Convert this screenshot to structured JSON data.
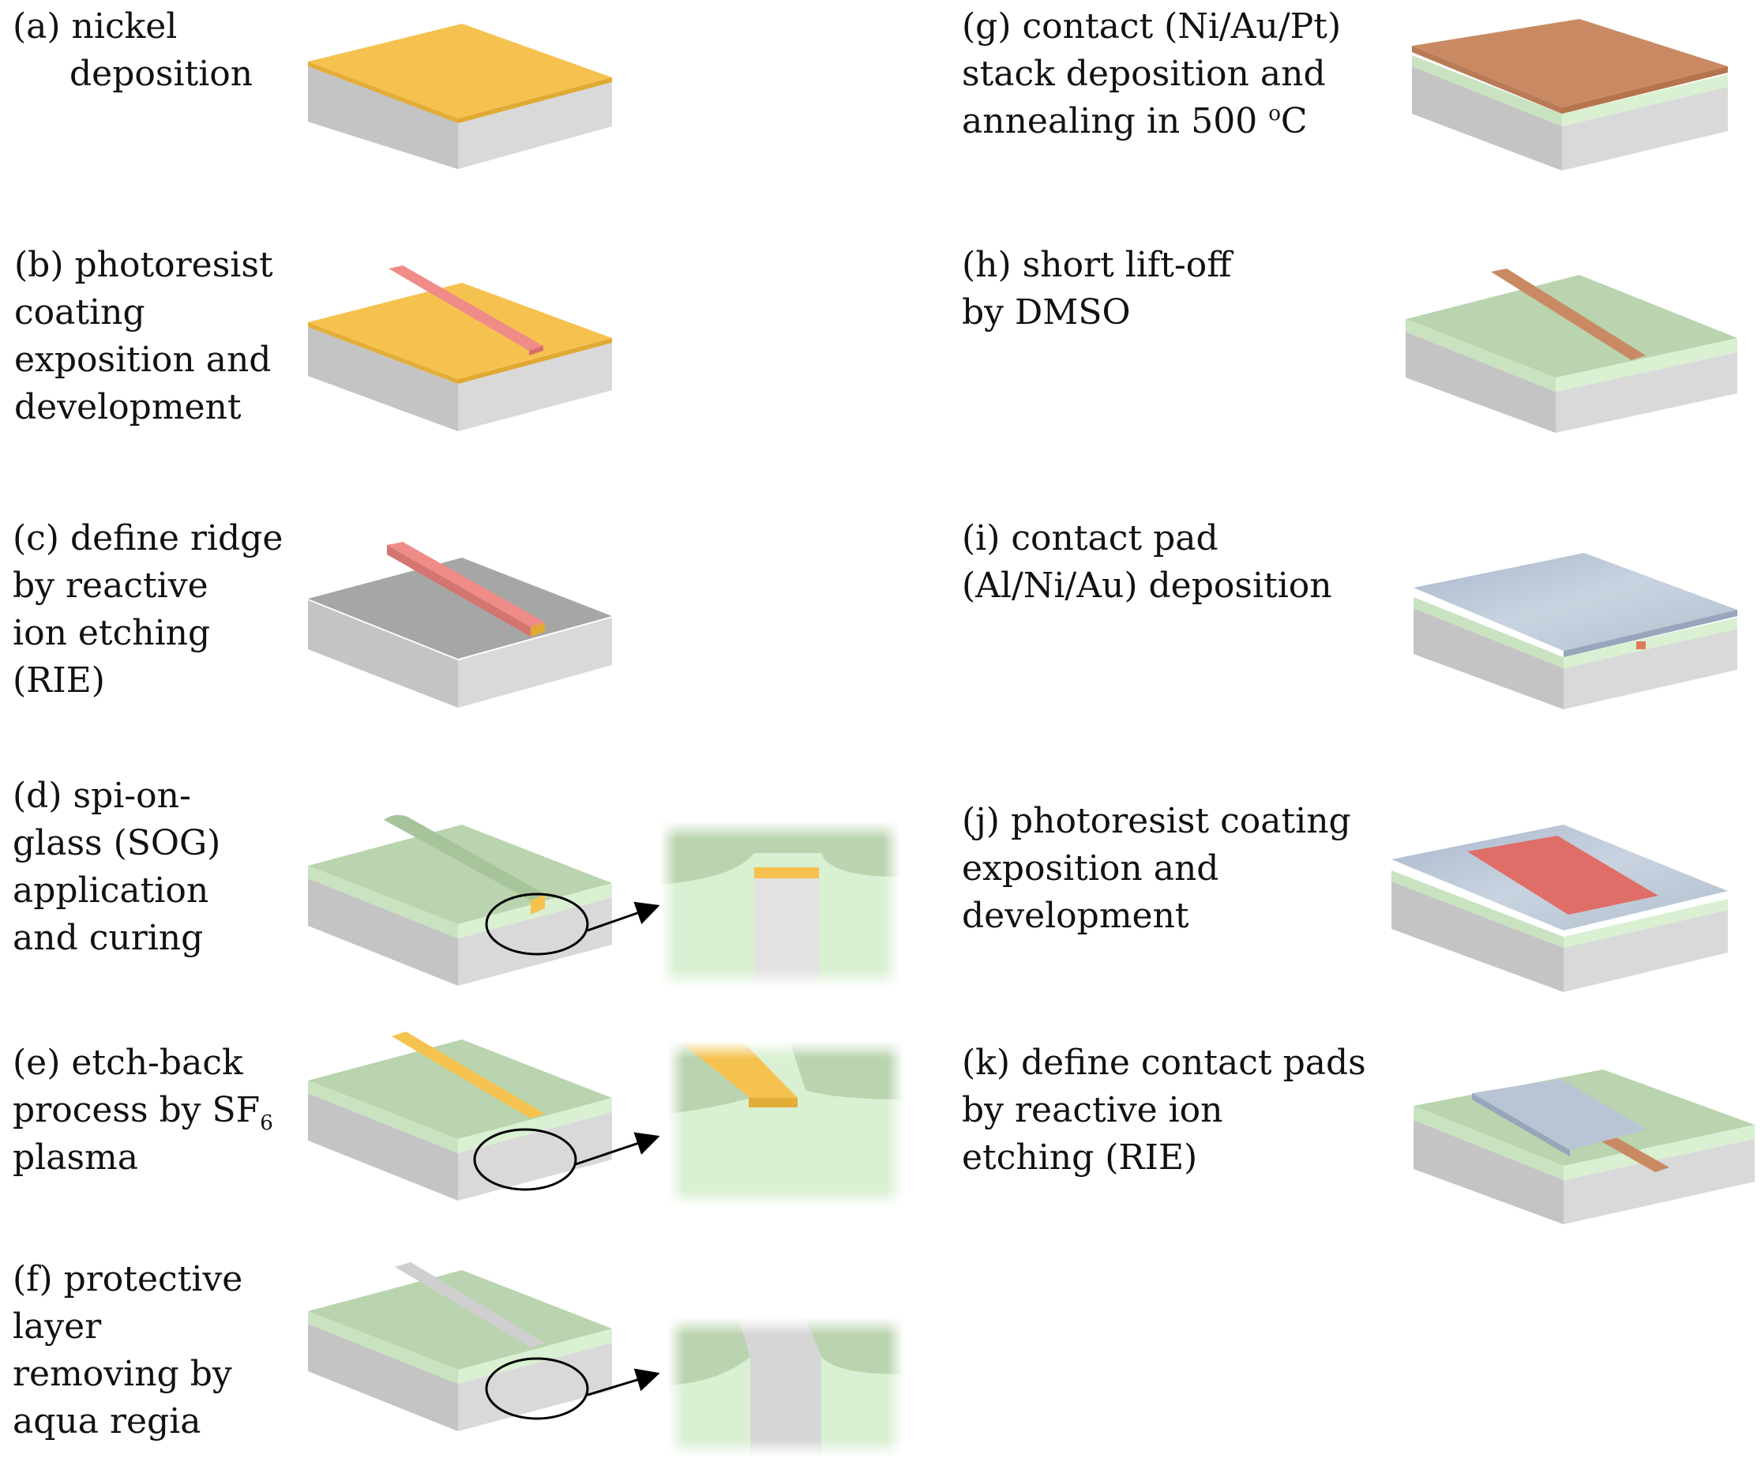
{
  "colors": {
    "nickel": "#f6c24f",
    "photoresist_stripe": "#f08c88",
    "sog_green": "#b9d4ae",
    "sog_side": "#d9f0d2",
    "substrate_top": "#a6a6a6",
    "substrate_side": "#d8d8d8",
    "substrate_front": "#cfcfcf",
    "contact_stack": "#c98a63",
    "pad_metal": "#b9c5d5",
    "photoresist_pad": "#e06e68"
  },
  "steps": [
    {
      "id": "a",
      "lines": [
        "(a) nickel",
        "deposition"
      ]
    },
    {
      "id": "b",
      "lines": [
        "(b) photoresist",
        "coating",
        "exposition and",
        "development"
      ]
    },
    {
      "id": "c",
      "lines": [
        "(c) define ridge",
        "by reactive",
        "ion etching",
        "(RIE)"
      ]
    },
    {
      "id": "d",
      "lines": [
        "(d) spi-on-",
        "glass (SOG)",
        "application",
        "and curing"
      ]
    },
    {
      "id": "e",
      "lines": [
        "(e) etch-back",
        "process by SF",
        "plasma"
      ],
      "subscript": "6"
    },
    {
      "id": "f",
      "lines": [
        "(f) protective",
        "layer",
        "removing by",
        "aqua regia"
      ]
    },
    {
      "id": "g",
      "lines": [
        "(g) contact (Ni/Au/Pt)",
        "stack deposition and",
        "annealing in 500 ",
        "C"
      ],
      "superscript": "o"
    },
    {
      "id": "h",
      "lines": [
        "(h) short lift-off",
        "by DMSO"
      ]
    },
    {
      "id": "i",
      "lines": [
        "(i) contact pad",
        "(Al/Ni/Au) deposition"
      ]
    },
    {
      "id": "j",
      "lines": [
        "(j) photoresist coating",
        "exposition and",
        "development"
      ]
    },
    {
      "id": "k",
      "lines": [
        "(k) define contact pads",
        "by reactive ion",
        "etching (RIE)"
      ]
    }
  ]
}
